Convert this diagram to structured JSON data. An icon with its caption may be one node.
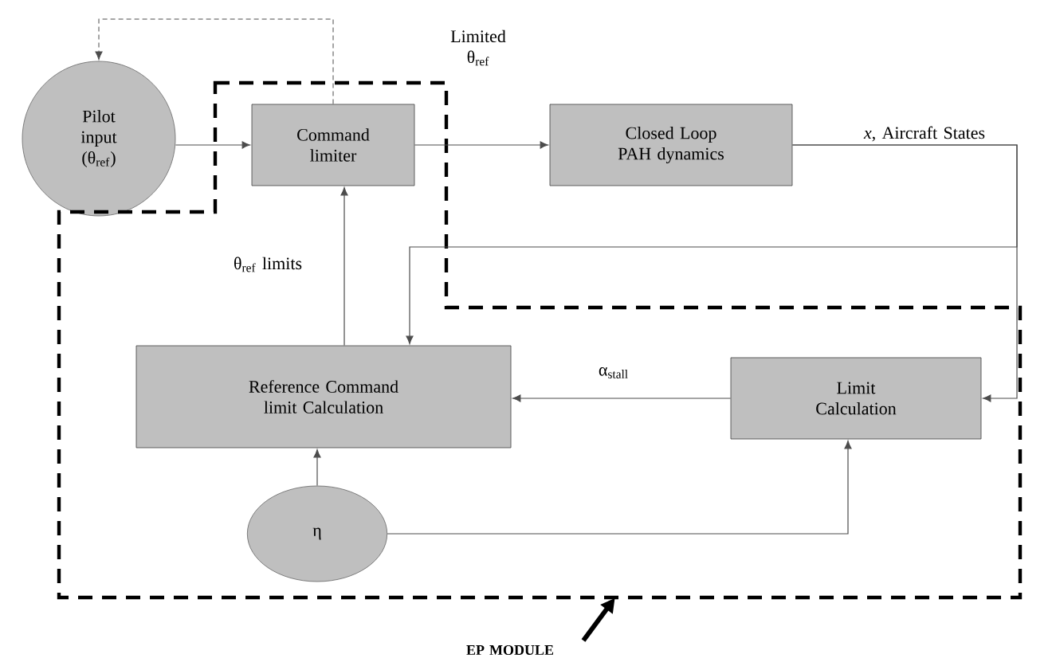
{
  "diagram": {
    "nodes": [
      {
        "text": [
          "Pilot input (θ$_{ref}$)"
        ]
      },
      {
        "text": [],
        "shape": "box"
      },
      {
        "text": [
          "Command limiter"
        ],
        "in": 1
      },
      {
        "text": [
          "Closed Loop PAH dynamics"
        ]
      },
      {
        "text": [
          "Reference Command limit Calculation"
        ],
        "in": 1
      },
      {
        "text": [
          "Limit Calculation"
        ],
        "in": 1
      },
      {
        "text": [
          "η"
        ],
        "in": 1
      },
      {
        "text": [
          "EP MODULE"
        ]
      }
    ],
    "edges": [
      {
        "from": 0,
        "to": 2,
        "arrow": "to"
      },
      {
        "from": 2,
        "to": 0,
        "arrow": "to",
        "style": "dashed"
      },
      {
        "from": 2,
        "to": 3,
        "arrow": "to",
        "label": "Limited θ$_{ref}$"
      },
      {
        "from": 3,
        "to": 5,
        "arrow": "to",
        "label": "*x*, Aircraft States"
      },
      {
        "from": 3,
        "to": 4,
        "arrow": "to"
      },
      {
        "from": 4,
        "to": 2,
        "arrow": "to",
        "label": "θ$_{ref}$ limits"
      },
      {
        "from": 5,
        "to": 4,
        "arrow": "to",
        "label": "α$_{stall}$"
      },
      {
        "from": 6,
        "to": 4,
        "arrow": "to"
      },
      {
        "from": 6,
        "to": 5,
        "arrow": "to"
      },
      {
        "from": 7,
        "to": 1,
        "arrow": "to",
        "style": "thick"
      }
    ]
  }
}
